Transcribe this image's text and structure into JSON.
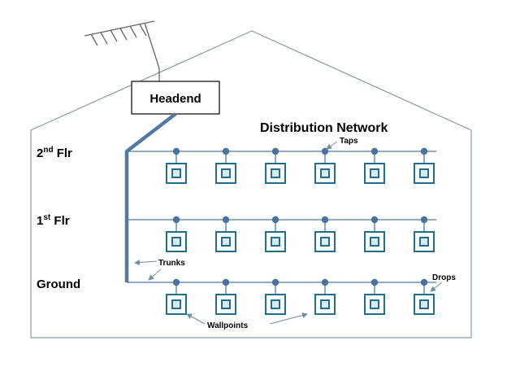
{
  "headend": {
    "label": "Headend"
  },
  "title": "Distribution Network",
  "floors": [
    {
      "main": "2",
      "sup": "nd",
      "rest": " Flr"
    },
    {
      "main": "1",
      "sup": "st",
      "rest": " Flr"
    },
    {
      "main": "Ground",
      "sup": "",
      "rest": ""
    }
  ],
  "annotations": {
    "taps": "Taps",
    "trunks": "Trunks",
    "drops": "Drops",
    "wallpoints": "Wallpoints"
  },
  "taps_per_floor": 6,
  "colors": {
    "outline": "#8a9aa8",
    "cable": "#5279a3",
    "tap": "#4a72a0",
    "wallpoint_border": "#1f6f93",
    "wallpoint_fill": "#dcebf2",
    "arrow": "#6f8ea8"
  }
}
